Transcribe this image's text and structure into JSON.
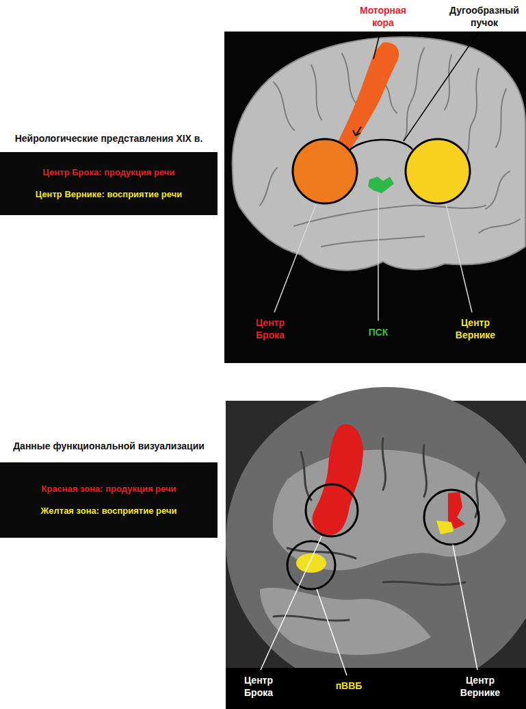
{
  "diagram": {
    "nodes": [
      {
        "text": [
          "Нейрологические представления XIX в.",
          "Центр Брока: продукция речи",
          "Центр Вернике: восприятие речи"
        ]
      },
      {
        "text": [
          "Данные функциональной визуализации",
          "Красная зона: продукция речи",
          "Желтая зона: восприятие речи"
        ]
      }
    ],
    "labels": [
      "Моторная кора",
      "Дугообразный пучок",
      "Центр Брока",
      "ПСК",
      "Центр Вернике",
      "Центр Брока",
      "пВВБ",
      "Центр Вернике"
    ]
  }
}
